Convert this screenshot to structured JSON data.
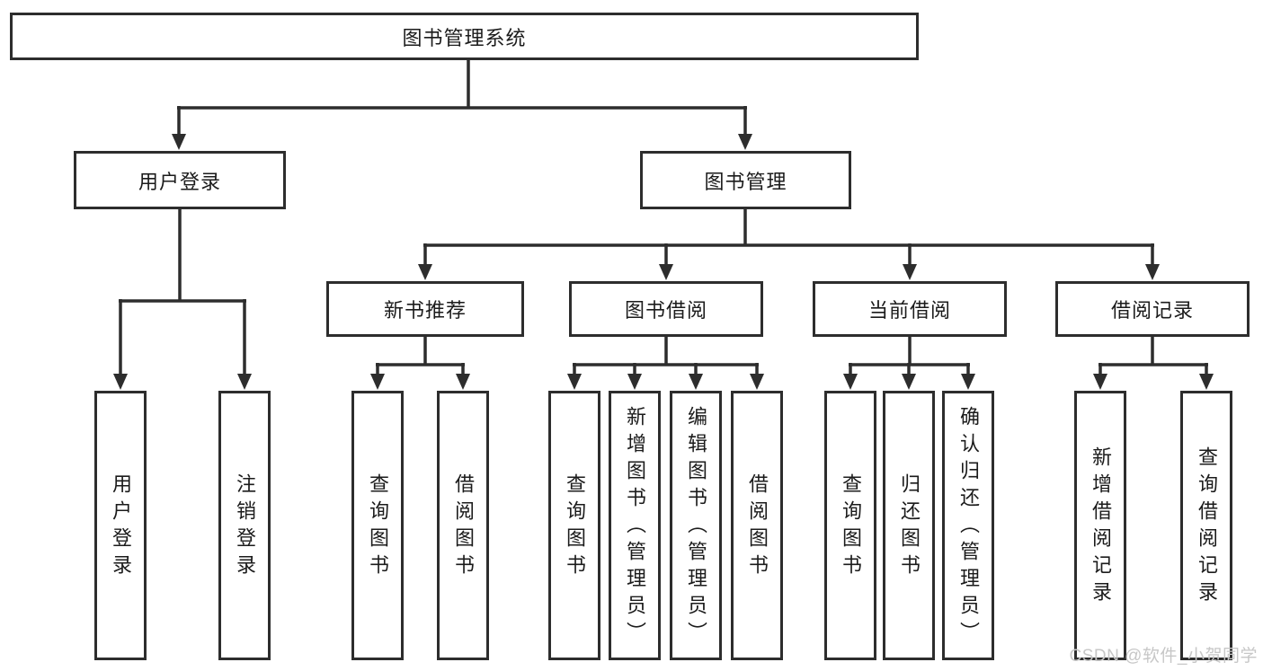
{
  "tree": {
    "label": "图书管理系统",
    "children": [
      {
        "label": "用户登录",
        "children": [
          {
            "label": "用户登录"
          },
          {
            "label": "注销登录"
          }
        ]
      },
      {
        "label": "图书管理",
        "children": [
          {
            "label": "新书推荐",
            "children": [
              {
                "label": "查询图书"
              },
              {
                "label": "借阅图书"
              }
            ]
          },
          {
            "label": "图书借阅",
            "children": [
              {
                "label": "查询图书"
              },
              {
                "label": "新增图书（管理员）"
              },
              {
                "label": "编辑图书（管理员）"
              },
              {
                "label": "借阅图书"
              }
            ]
          },
          {
            "label": "当前借阅",
            "children": [
              {
                "label": "查询图书"
              },
              {
                "label": "归还图书"
              },
              {
                "label": "确认归还（管理员）"
              }
            ]
          },
          {
            "label": "借阅记录",
            "children": [
              {
                "label": "新增借阅记录"
              },
              {
                "label": "查询借阅记录"
              }
            ]
          }
        ]
      }
    ]
  },
  "watermark": {
    "text": "CSDN @软件_小贺同学"
  },
  "colors": {
    "line": "#2d2d2d",
    "box_border": "#2d2d2d",
    "box_background": "#ffffff",
    "text": "#1b1b1b",
    "watermark": "#c7c7c7",
    "background": "#ffffff"
  }
}
